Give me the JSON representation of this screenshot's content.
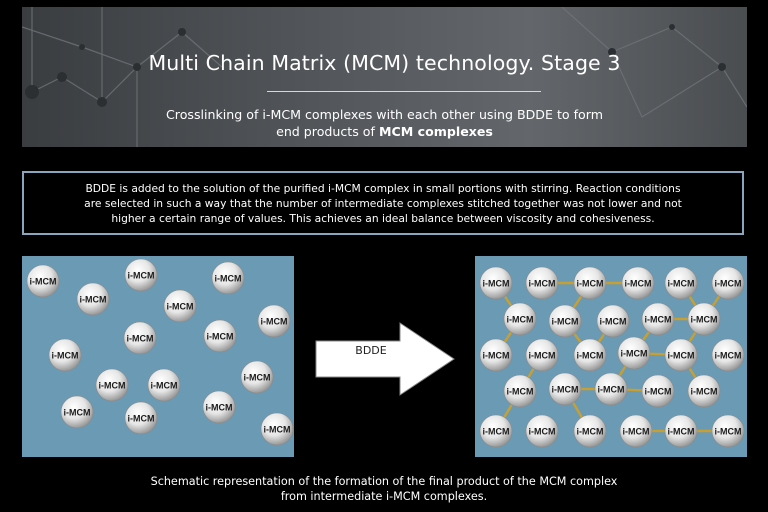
{
  "header": {
    "title": "Multi Chain Matrix (MCM) technology. Stage 3",
    "subtitle_line1": "Crosslinking of i-MCM complexes with each other using BDDE to form",
    "subtitle_line2_prefix": "end products of ",
    "subtitle_line2_bold": "MCM complexes"
  },
  "description": "BDDE is added to the solution of the purified i-MCM complex in small portions with stirring. Reaction conditions are selected in such a way that the number of intermediate complexes stitched together was not lower and not higher a certain range of values. This achieves an ideal balance between viscosity and cohesiveness.",
  "arrow_label": "BDDE",
  "sphere_label": "i-MCM",
  "colors": {
    "panel": "#6b9ab4",
    "link": "#c8a032",
    "header_gradient_mid": "#63676b"
  },
  "caption": {
    "line1": "Schematic representation of the formation of the final product of the MCM complex",
    "line2": "from intermediate i-MCM complexes."
  }
}
